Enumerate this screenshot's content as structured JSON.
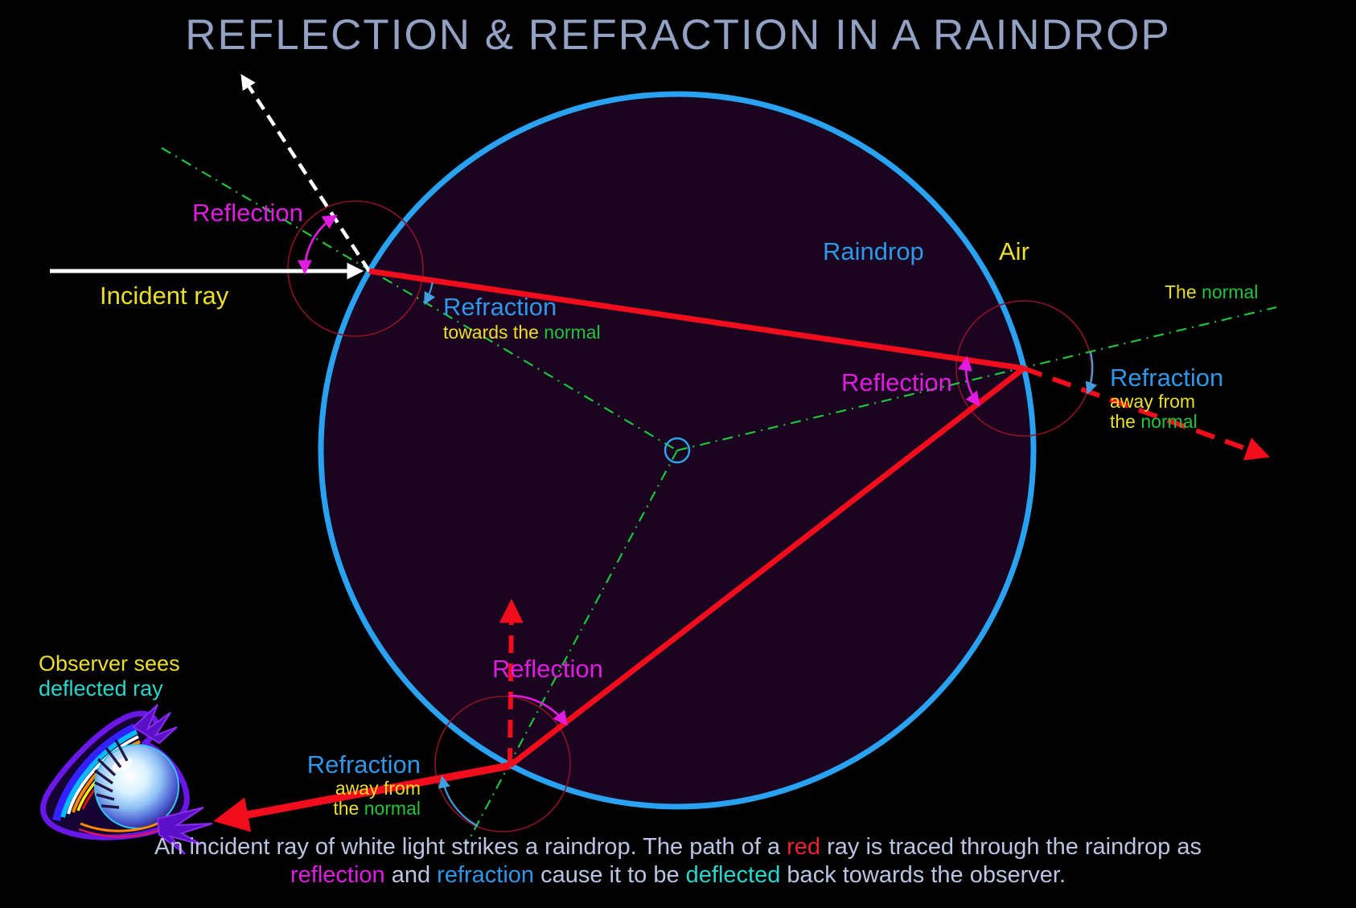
{
  "title": "REFLECTION & REFRACTION IN A RAINDROP",
  "colors": {
    "background": "#000000",
    "raindrop_outline": "#29a2f2",
    "raindrop_fill": "#1a0420",
    "ray_red": "#f20d1d",
    "incident_white": "#ffffff",
    "normal_green": "#1fc43e",
    "reflection_magenta": "#e01ce0",
    "refraction_blue": "#2f97e8",
    "label_yellow": "#ecdf2b",
    "deflected_cyan": "#27d7ce",
    "title_color": "#93a2c4",
    "caption_color": "#b9c5e2",
    "angle_circle_red": "#8e1126"
  },
  "labels": {
    "raindrop": "Raindrop",
    "air": "Air",
    "incident_ray": "Incident ray",
    "the_normal_the": "The ",
    "the_normal_normal": "normal",
    "reflection_entry": "Reflection",
    "reflection_internal": "Reflection",
    "reflection_exit": "Reflection",
    "refraction_entry_title": "Refraction",
    "refraction_entry_sub_yellow": "towards the ",
    "refraction_entry_sub_green": "normal",
    "refraction_right_title": "Refraction",
    "refraction_right_line1": "away from",
    "refraction_right_line2_yellow": "the ",
    "refraction_right_line2_green": "normal",
    "refraction_bottom_title": "Refraction",
    "refraction_bottom_line1": "away from",
    "refraction_bottom_line2_yellow": "the ",
    "refraction_bottom_line2_green": "normal",
    "observer_line1": "Observer sees",
    "observer_line2": "deflected ray"
  },
  "caption": {
    "line1_a": "An incident ray of white light strikes a raindrop. The path of a ",
    "line1_red": "red",
    "line1_b": " ray is traced through the raindrop as",
    "line2_a": "reflection",
    "line2_b": " and ",
    "line2_c": "refraction",
    "line2_d": " cause it to be ",
    "line2_e": "deflected",
    "line2_f": " back towards the observer."
  }
}
